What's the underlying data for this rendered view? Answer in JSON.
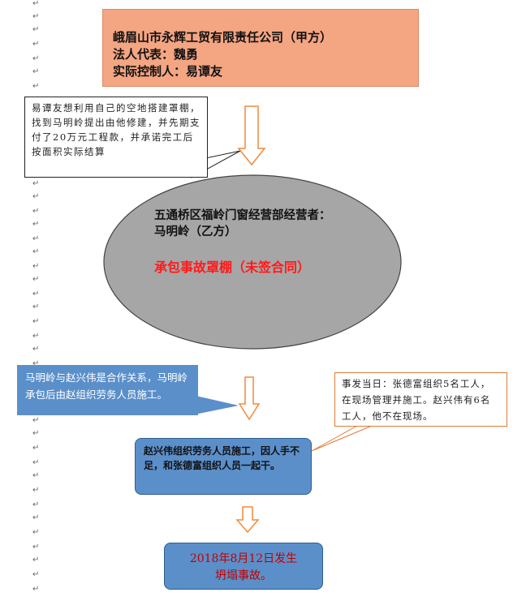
{
  "top_box": {
    "line1": "峨眉山市永辉工贸有限责任公司（甲方）",
    "line2": "法人代表：魏勇",
    "line3": "实际控制人：易谭友"
  },
  "callout_left": {
    "text": "易谭友想利用自己的空地搭建罩棚，找到马明岭提出由他修建，并先期支付了20万元工程款，并承诺完工后按面积实际结算"
  },
  "ellipse": {
    "line1": "五通桥区福岭门窗经营部经营者：",
    "line2": "马明岭（乙方）",
    "red_line": "承包事故罩棚（未签合同）"
  },
  "callout_blue": {
    "text": "马明岭与赵兴伟是合作关系，马明岭承包后由赵组织劳务人员施工。"
  },
  "callout_right": {
    "text": "事发当日：张德富组织5名工人，在现场管理并施工。赵兴伟有6名工人，他不在现场。"
  },
  "mid_box": {
    "text": "赵兴伟组织劳务人员施工，因人手不足，和张德富组织人员一起干。"
  },
  "bottom_box": {
    "line1": "2018年8月12日发生",
    "line2": "坍塌事故。"
  },
  "marks": {
    "return_mark": "↵"
  },
  "colors": {
    "top_box_fill": "#f4a582",
    "ellipse_fill": "#a6a6a6",
    "blue_fill": "#5b8fca",
    "arrow_stroke": "#f08a3c",
    "red_text": "#ff1a1a",
    "date_text": "#c00000"
  }
}
